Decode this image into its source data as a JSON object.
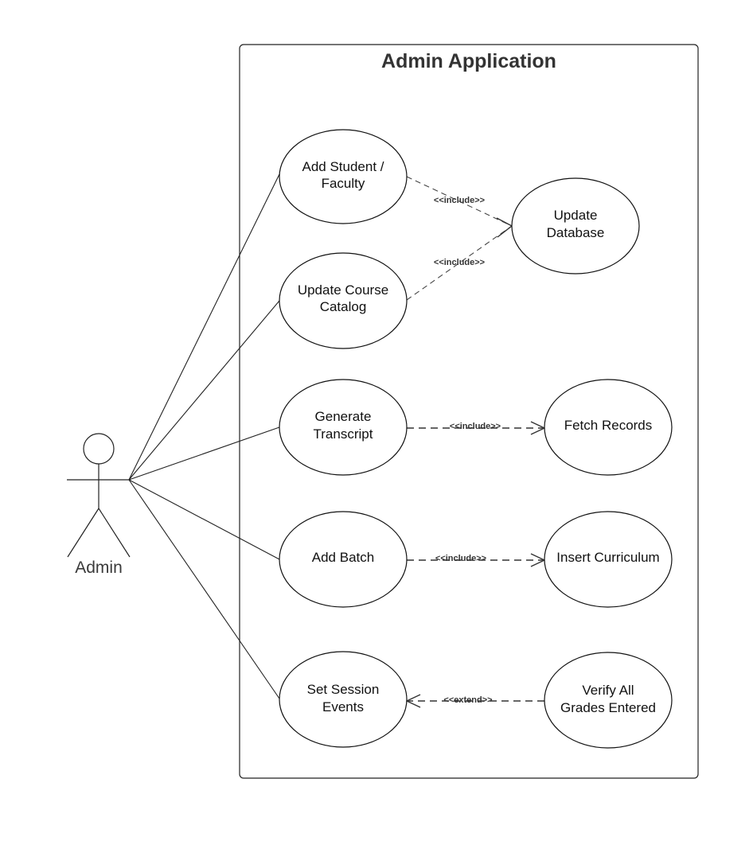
{
  "system": {
    "title": "Admin Application"
  },
  "actor": {
    "name": "Admin"
  },
  "use_cases": {
    "add_student": [
      "Add Student /",
      "Faculty"
    ],
    "update_catalog": [
      "Update Course",
      "Catalog"
    ],
    "generate_transcript": [
      "Generate",
      "Transcript"
    ],
    "add_batch": [
      "Add Batch"
    ],
    "set_session": [
      "Set Session",
      "Events"
    ],
    "update_database": [
      "Update",
      "Database"
    ],
    "fetch_records": [
      "Fetch Records"
    ],
    "insert_curriculum": [
      "Insert Curriculum"
    ],
    "verify_grades": [
      "Verify All",
      "Grades Entered"
    ]
  },
  "relations": {
    "include_1": "<<include>>",
    "include_2": "<<include>>",
    "include_3": "<<include>>",
    "include_4": "<<include>>",
    "extend_1": "<<extend>>"
  }
}
